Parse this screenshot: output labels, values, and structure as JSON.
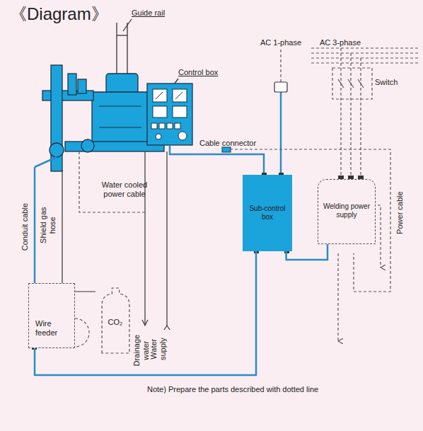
{
  "diagram": {
    "title": "《Diagram》",
    "nodes": [
      {
        "text": [
          "Sub-control box"
        ]
      },
      {
        "text": [
          "Welding power supply"
        ]
      },
      {
        "text": [
          "Wire feeder"
        ]
      },
      {
        "text": [
          "CO₂"
        ]
      }
    ],
    "edges": [
      {
        "from": 0,
        "to": 1,
        "arrow": "none"
      },
      {
        "from": 2,
        "to": 0,
        "arrow": "none"
      }
    ],
    "labels": [
      "Guide rail",
      "Control box",
      "AC 1-phase",
      "AC 3-phase",
      "Switch",
      "Cable connector",
      "Water cooled power cable",
      "Conduit cable",
      "Shield gas hose",
      "Power cable",
      "Drainage water",
      "Water supply",
      "Note) Prepare the parts described with dotted line"
    ]
  }
}
